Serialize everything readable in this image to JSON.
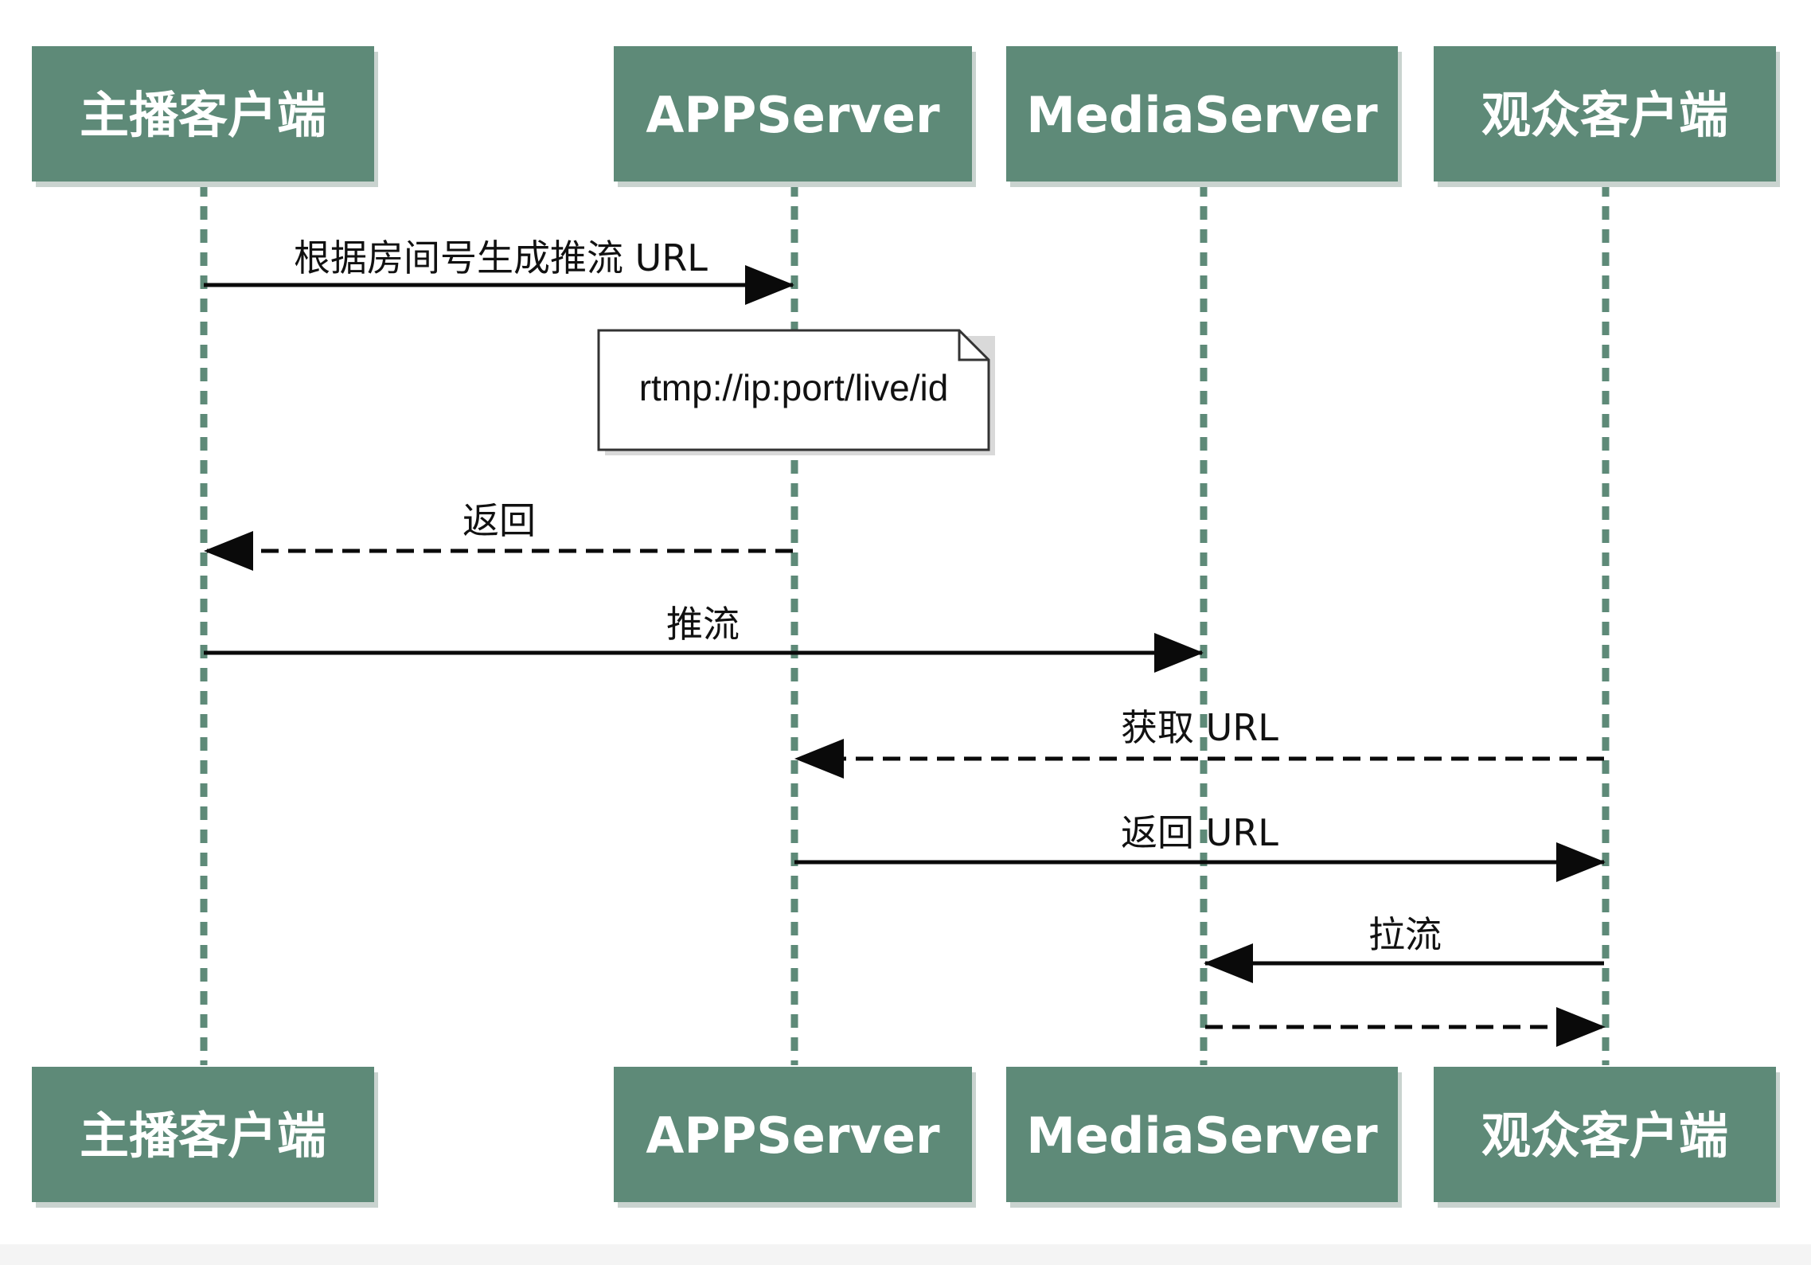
{
  "colors": {
    "actor_fill": "#5e8a78",
    "actor_shadow": "#c9d3cf",
    "lifeline": "#5e8a78",
    "arrow": "#0a0a0a",
    "note_fill": "#ffffff",
    "note_border": "#333333"
  },
  "actors": [
    {
      "id": "host",
      "label": "主播客户端"
    },
    {
      "id": "app",
      "label": "APPServer"
    },
    {
      "id": "media",
      "label": "MediaServer"
    },
    {
      "id": "viewer",
      "label": "观众客户端"
    }
  ],
  "messages": [
    {
      "from": "host",
      "to": "app",
      "label": "根据房间号生成推流 URL",
      "style": "solid"
    },
    {
      "from": "app",
      "to": "host",
      "label": "返回",
      "style": "dashed"
    },
    {
      "from": "host",
      "to": "media",
      "label": "推流",
      "style": "solid"
    },
    {
      "from": "viewer",
      "to": "app",
      "label": "获取 URL",
      "style": "dashed"
    },
    {
      "from": "app",
      "to": "viewer",
      "label": "返回 URL",
      "style": "solid"
    },
    {
      "from": "viewer",
      "to": "media",
      "label": "拉流",
      "style": "solid"
    },
    {
      "from": "media",
      "to": "viewer",
      "label": "",
      "style": "dashed"
    }
  ],
  "note": {
    "over": "app",
    "text": "rtmp://ip:port/live/id"
  }
}
